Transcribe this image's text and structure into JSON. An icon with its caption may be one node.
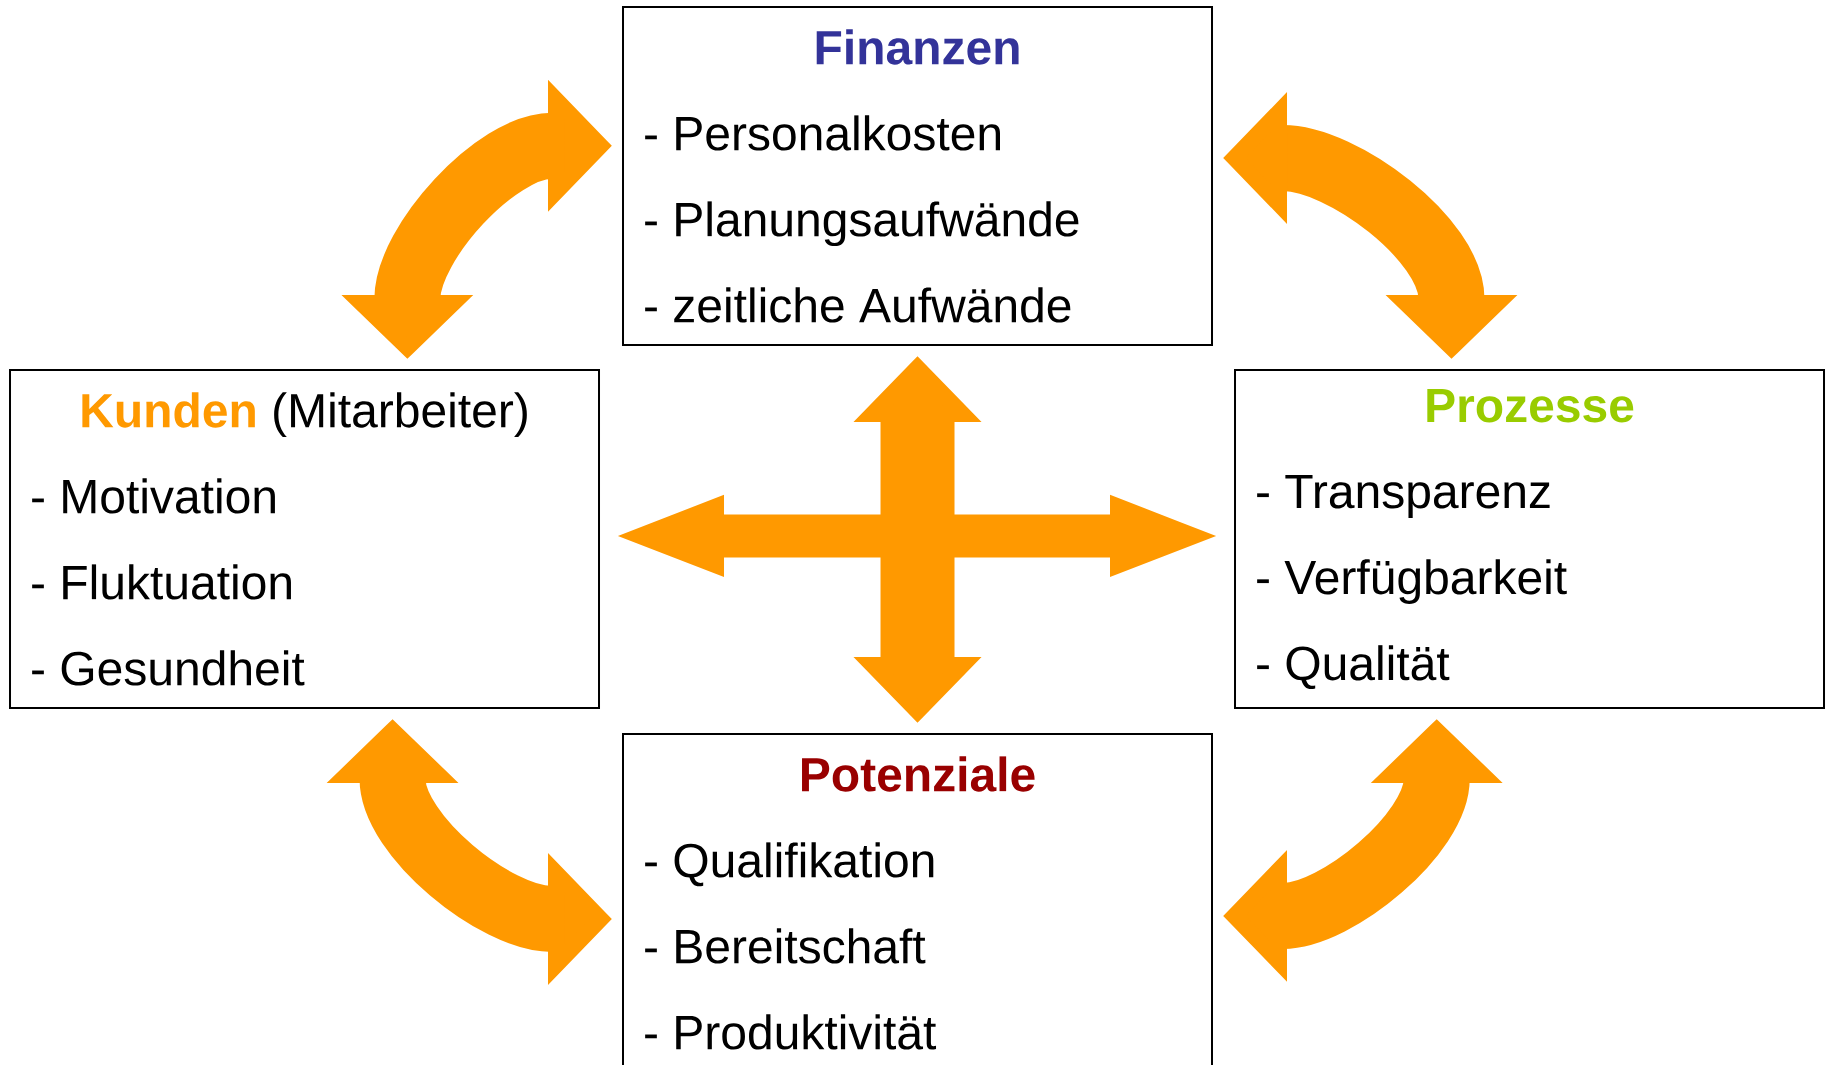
{
  "diagram": {
    "nodes": [
      {
        "text": [
          "Finanzen",
          "- Personalkosten",
          "- Planungsaufwände",
          "- zeitliche Aufwände"
        ]
      },
      {
        "text": [
          "Kunden",
          "(Mitarbeiter)",
          "- Motivation",
          "- Fluktuation",
          "- Gesundheit"
        ]
      },
      {
        "text": [
          "Prozesse",
          "- Transparenz",
          "- Verfügbarkeit",
          "- Qualität"
        ]
      },
      {
        "text": [
          "Potenziale",
          "- Qualifikation",
          "- Bereitschaft",
          "- Produktivität"
        ]
      }
    ],
    "edges": [
      {
        "from": 1,
        "to": 0,
        "arrow": "both"
      },
      {
        "from": 0,
        "to": 2,
        "arrow": "both"
      },
      {
        "from": 0,
        "to": 3,
        "arrow": "both"
      },
      {
        "from": 1,
        "to": 2,
        "arrow": "both"
      },
      {
        "from": 1,
        "to": 3,
        "arrow": "both"
      },
      {
        "from": 3,
        "to": 2,
        "arrow": "both"
      }
    ]
  }
}
